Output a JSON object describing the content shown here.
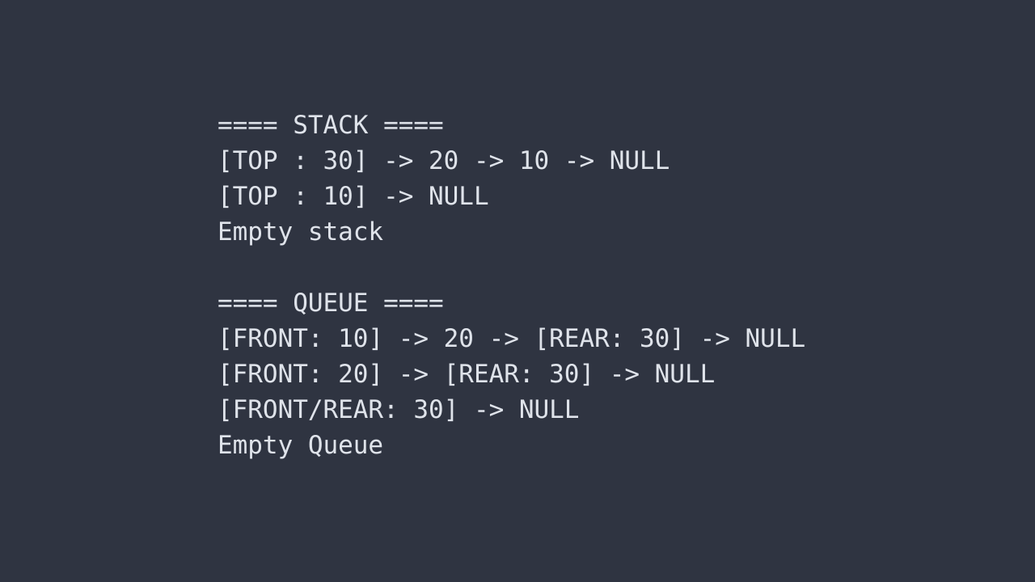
{
  "terminal": {
    "background_color": "#2f3441",
    "foreground_color": "#dfe3ea",
    "lines": [
      {
        "id": "stack-header",
        "text": "==== STACK ===="
      },
      {
        "id": "stack-state-1",
        "text": "[TOP : 30] -> 20 -> 10 -> NULL"
      },
      {
        "id": "stack-state-2",
        "text": "[TOP : 10] -> NULL"
      },
      {
        "id": "stack-empty-message",
        "text": "Empty stack"
      },
      {
        "id": "separator-blank",
        "text": " "
      },
      {
        "id": "queue-header",
        "text": "==== QUEUE ===="
      },
      {
        "id": "queue-state-1",
        "text": "[FRONT: 10] -> 20 -> [REAR: 30] -> NULL"
      },
      {
        "id": "queue-state-2",
        "text": "[FRONT: 20] -> [REAR: 30] -> NULL"
      },
      {
        "id": "queue-state-3",
        "text": "[FRONT/REAR: 30] -> NULL"
      },
      {
        "id": "queue-empty-message",
        "text": "Empty Queue"
      }
    ]
  }
}
